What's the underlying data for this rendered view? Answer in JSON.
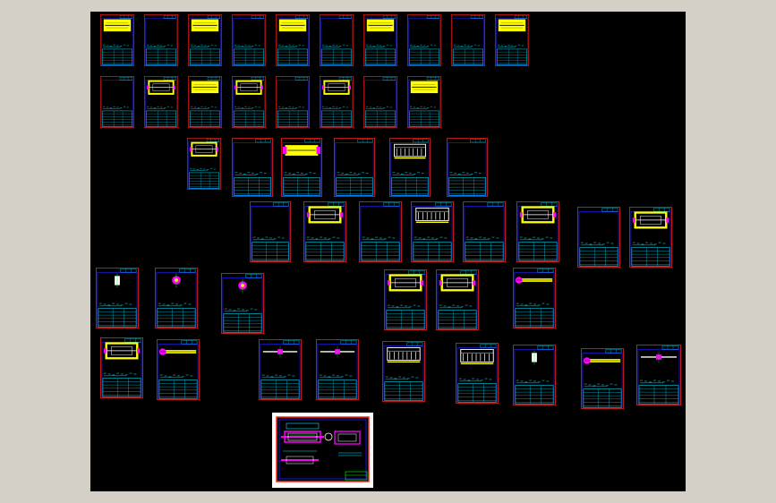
{
  "viewport": {
    "background": "#000000",
    "frame_color": "#d4d0c8"
  },
  "palette": {
    "border_red": "#ff2020",
    "border_blue": "#2020ff",
    "table_cyan": "#00e5ff",
    "fill_yellow": "#ffff00",
    "accent_magenta": "#ff00ff",
    "line_white": "#ffffff",
    "line_green": "#00ff00"
  },
  "drawing_sheets": [
    {
      "id": "s1",
      "row": 1,
      "content": "yellow-block"
    },
    {
      "id": "s2",
      "row": 1,
      "content": "empty"
    },
    {
      "id": "s3",
      "row": 1,
      "content": "yellow-block"
    },
    {
      "id": "s4",
      "row": 1,
      "content": "empty"
    },
    {
      "id": "s5",
      "row": 1,
      "content": "yellow-block"
    },
    {
      "id": "s6",
      "row": 1,
      "content": "empty"
    },
    {
      "id": "s7",
      "row": 1,
      "content": "yellow-block"
    },
    {
      "id": "s8",
      "row": 1,
      "content": "empty"
    },
    {
      "id": "s9",
      "row": 1,
      "content": "empty"
    },
    {
      "id": "s10",
      "row": 1,
      "content": "yellow-block"
    },
    {
      "id": "s11",
      "row": 2,
      "content": "empty"
    },
    {
      "id": "s12",
      "row": 2,
      "content": "yellow-frame"
    },
    {
      "id": "s13",
      "row": 2,
      "content": "yellow-block"
    },
    {
      "id": "s14",
      "row": 2,
      "content": "yellow-frame"
    },
    {
      "id": "s15",
      "row": 2,
      "content": "empty"
    },
    {
      "id": "s16",
      "row": 2,
      "content": "yellow-frame"
    },
    {
      "id": "s17",
      "row": 2,
      "content": "empty"
    },
    {
      "id": "s18",
      "row": 2,
      "content": "yellow-block"
    },
    {
      "id": "s19",
      "row": 3,
      "content": "yellow-frame"
    },
    {
      "id": "s20",
      "row": 3,
      "content": "empty"
    },
    {
      "id": "s21",
      "row": 3,
      "content": "yellow-magenta"
    },
    {
      "id": "s22",
      "row": 3,
      "content": "empty"
    },
    {
      "id": "s23",
      "row": 3,
      "content": "white-assembly"
    },
    {
      "id": "s24",
      "row": 3,
      "content": "empty"
    },
    {
      "id": "s25",
      "row": 4,
      "content": "empty"
    },
    {
      "id": "s26",
      "row": 4,
      "content": "yellow-frame"
    },
    {
      "id": "s27",
      "row": 4,
      "content": "empty"
    },
    {
      "id": "s28",
      "row": 4,
      "content": "white-assembly"
    },
    {
      "id": "s29",
      "row": 4,
      "content": "empty"
    },
    {
      "id": "s30",
      "row": 4,
      "content": "yellow-frame"
    },
    {
      "id": "s31",
      "row": 4,
      "content": "empty"
    },
    {
      "id": "s32",
      "row": 4,
      "content": "yellow-frame"
    },
    {
      "id": "s33",
      "row": 5,
      "content": "white-part"
    },
    {
      "id": "s34",
      "row": 5,
      "content": "magenta-part"
    },
    {
      "id": "s35",
      "row": 5,
      "content": "magenta-part"
    },
    {
      "id": "s36",
      "row": 5,
      "content": "yellow-frame"
    },
    {
      "id": "s37",
      "row": 5,
      "content": "yellow-frame"
    },
    {
      "id": "s38",
      "row": 5,
      "content": "magenta-bar"
    },
    {
      "id": "s39",
      "row": 6,
      "content": "yellow-frame"
    },
    {
      "id": "s40",
      "row": 6,
      "content": "magenta-bar"
    },
    {
      "id": "s41",
      "row": 6,
      "content": "white-bar"
    },
    {
      "id": "s42",
      "row": 6,
      "content": "white-bar"
    },
    {
      "id": "s43",
      "row": 6,
      "content": "white-assembly"
    },
    {
      "id": "s44",
      "row": 6,
      "content": "white-assembly"
    },
    {
      "id": "s45",
      "row": 6,
      "content": "white-part"
    },
    {
      "id": "s46",
      "row": 6,
      "content": "magenta-bar"
    },
    {
      "id": "s47",
      "row": 6,
      "content": "white-bar"
    }
  ],
  "assembly_sheet": {
    "content": "general-assembly",
    "paper": "#ffffff"
  }
}
